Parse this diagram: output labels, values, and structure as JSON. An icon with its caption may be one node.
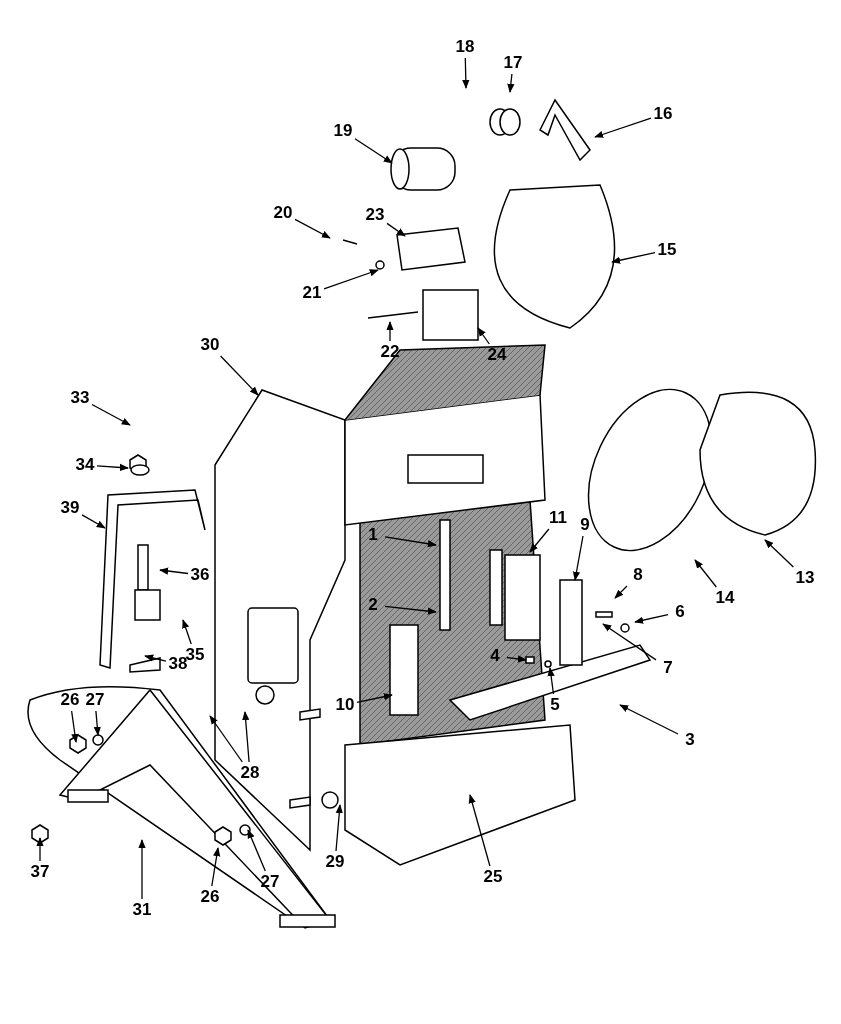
{
  "diagram": {
    "nodes": [
      {
        "text": [
          "18"
        ]
      },
      {
        "text": [
          "17"
        ]
      },
      {
        "text": [
          "16"
        ]
      },
      {
        "text": [
          "19"
        ]
      },
      {
        "text": [
          "23"
        ]
      },
      {
        "text": [
          "20"
        ]
      },
      {
        "text": [
          "15"
        ]
      },
      {
        "text": [
          "21"
        ]
      },
      {
        "text": [
          "22"
        ]
      },
      {
        "text": [
          "24"
        ]
      },
      {
        "text": [
          "30"
        ]
      },
      {
        "text": [
          "33"
        ]
      },
      {
        "text": [
          "34"
        ]
      },
      {
        "text": [
          "39"
        ]
      },
      {
        "text": [
          "11"
        ]
      },
      {
        "text": [
          "9"
        ]
      },
      {
        "text": [
          "1"
        ]
      },
      {
        "text": [
          "8"
        ]
      },
      {
        "text": [
          "13"
        ]
      },
      {
        "text": [
          "36"
        ]
      },
      {
        "text": [
          "14"
        ]
      },
      {
        "text": [
          "2"
        ]
      },
      {
        "text": [
          "6"
        ]
      },
      {
        "text": [
          "7"
        ]
      },
      {
        "text": [
          "35"
        ]
      },
      {
        "text": [
          "4"
        ]
      },
      {
        "text": [
          "5"
        ]
      },
      {
        "text": [
          "38"
        ]
      },
      {
        "text": [
          "26"
        ]
      },
      {
        "text": [
          "27"
        ]
      },
      {
        "text": [
          "10"
        ]
      },
      {
        "text": [
          "3"
        ]
      },
      {
        "text": [
          "28"
        ]
      },
      {
        "text": [
          "29"
        ]
      },
      {
        "text": [
          "27"
        ]
      },
      {
        "text": [
          "37"
        ]
      },
      {
        "text": [
          "25"
        ]
      },
      {
        "text": [
          "26"
        ]
      },
      {
        "text": [
          "31"
        ]
      }
    ],
    "edges": [
      {
        "from": 0,
        "to": null,
        "arrow": "to"
      },
      {
        "from": 1,
        "to": null,
        "arrow": "to"
      },
      {
        "from": 2,
        "to": null,
        "arrow": "to"
      },
      {
        "from": 3,
        "to": null,
        "arrow": "to"
      },
      {
        "from": 4,
        "to": null,
        "arrow": "to"
      },
      {
        "from": 5,
        "to": null,
        "arrow": "to"
      },
      {
        "from": 6,
        "to": null,
        "arrow": "to"
      },
      {
        "from": 7,
        "to": null,
        "arrow": "to"
      },
      {
        "from": 8,
        "to": null,
        "arrow": "to"
      },
      {
        "from": 9,
        "to": null,
        "arrow": "to"
      },
      {
        "from": 10,
        "to": null,
        "arrow": "to"
      },
      {
        "from": 11,
        "to": null,
        "arrow": "to"
      },
      {
        "from": 12,
        "to": null,
        "arrow": "to"
      },
      {
        "from": 13,
        "to": null,
        "arrow": "to"
      },
      {
        "from": 14,
        "to": null,
        "arrow": "to"
      },
      {
        "from": 15,
        "to": null,
        "arrow": "to"
      },
      {
        "from": 16,
        "to": null,
        "arrow": "to"
      },
      {
        "from": 17,
        "to": null,
        "arrow": "to"
      },
      {
        "from": 18,
        "to": null,
        "arrow": "to"
      },
      {
        "from": 19,
        "to": null,
        "arrow": "to"
      },
      {
        "from": 20,
        "to": null,
        "arrow": "to"
      },
      {
        "from": 21,
        "to": null,
        "arrow": "to"
      },
      {
        "from": 22,
        "to": null,
        "arrow": "to"
      },
      {
        "from": 23,
        "to": null,
        "arrow": "to"
      },
      {
        "from": 24,
        "to": null,
        "arrow": "to"
      },
      {
        "from": 25,
        "to": null,
        "arrow": "to"
      },
      {
        "from": 26,
        "to": null,
        "arrow": "to"
      },
      {
        "from": 27,
        "to": null,
        "arrow": "to"
      },
      {
        "from": 28,
        "to": null,
        "arrow": "to"
      },
      {
        "from": 29,
        "to": null,
        "arrow": "to"
      },
      {
        "from": 30,
        "to": null,
        "arrow": "to"
      },
      {
        "from": 31,
        "to": null,
        "arrow": "to"
      },
      {
        "from": 32,
        "to": null,
        "arrow": "to"
      },
      {
        "from": 32,
        "to": null,
        "arrow": "to"
      },
      {
        "from": 33,
        "to": null,
        "arrow": "to"
      },
      {
        "from": 34,
        "to": null,
        "arrow": "to"
      },
      {
        "from": 35,
        "to": null,
        "arrow": "to"
      },
      {
        "from": 36,
        "to": null,
        "arrow": "to"
      },
      {
        "from": 37,
        "to": null,
        "arrow": "to"
      },
      {
        "from": 38,
        "to": null,
        "arrow": "to"
      }
    ]
  }
}
